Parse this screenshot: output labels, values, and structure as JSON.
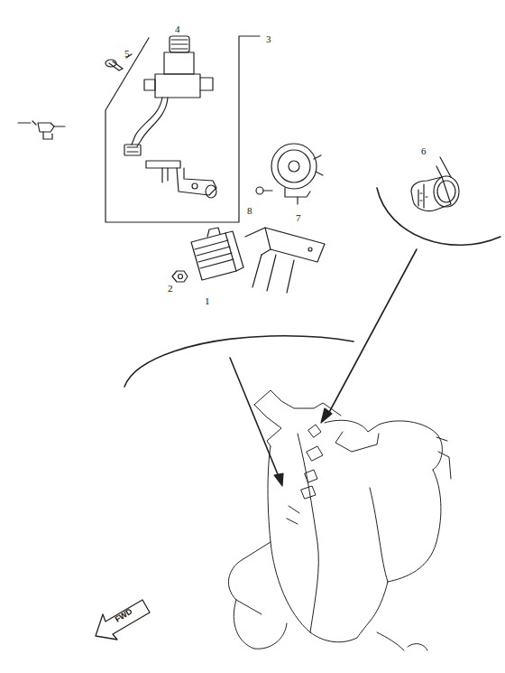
{
  "diagram": {
    "labels": [
      "5",
      "4",
      "3",
      "8",
      "7",
      "6",
      "2",
      "1",
      "FWD"
    ]
  }
}
